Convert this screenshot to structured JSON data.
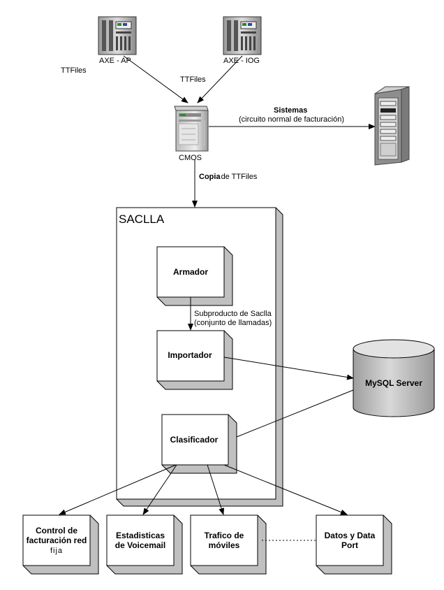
{
  "servers": {
    "axe_ap": "AXE - AP",
    "axe_iog": "AXE - IOG",
    "cmos": "CMOS"
  },
  "labels": {
    "ttfiles_left": "TTFiles",
    "ttfiles_mid": "TTFiles",
    "sistemas_title": "Sistemas",
    "sistemas_sub": "(circuito normal de facturación)",
    "copia_bold": "Copia",
    "copia_rest": "de TTFiles",
    "subproducto_1": "Subproducto de Saclla",
    "subproducto_2": "(conjunto de llamadas)"
  },
  "sistema": {
    "title": "SACLLA"
  },
  "modules": {
    "armador": "Armador",
    "importador": "Importador",
    "clasificador": "Clasificador"
  },
  "database": {
    "name": "MySQL Server"
  },
  "outputs": {
    "control_1": "Control de",
    "control_2": "facturación red",
    "control_3": "fija",
    "estadisticas_1": "Estadisticas",
    "estadisticas_2": "de Voicemail",
    "trafico_1": "Trafico de",
    "trafico_2": "móviles",
    "datos_1": "Datos y Data",
    "datos_2": "Port"
  },
  "icons": {
    "rack_server": "rack-server-icon",
    "tower_server": "tower-server-icon",
    "database": "database-cylinder-icon"
  }
}
